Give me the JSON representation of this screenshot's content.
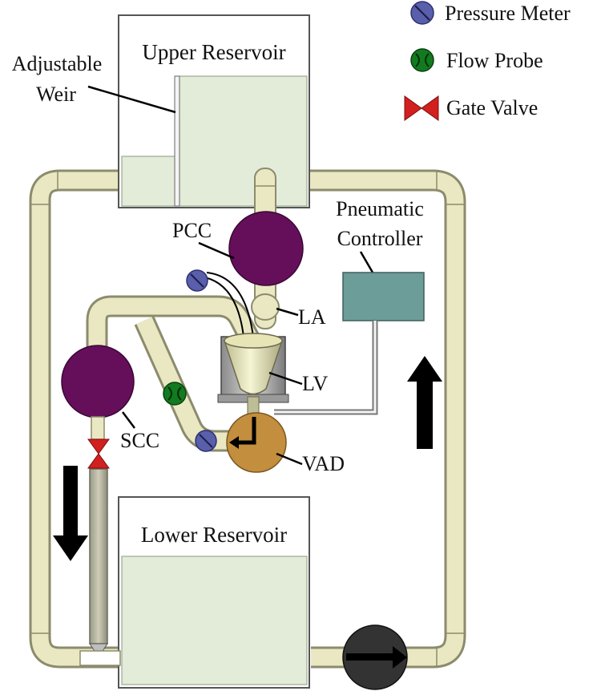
{
  "legend": {
    "pressure_meter": "Pressure Meter",
    "flow_probe": "Flow Probe",
    "gate_valve": "Gate Valve"
  },
  "labels": {
    "upper_reservoir": "Upper Reservoir",
    "lower_reservoir": "Lower Reservoir",
    "adjustable_weir_line1": "Adjustable",
    "adjustable_weir_line2": "Weir",
    "pneumatic_line1": "Pneumatic",
    "pneumatic_line2": "Controller",
    "pcc": "PCC",
    "la": "LA",
    "lv": "LV",
    "scc": "SCC",
    "vad": "VAD"
  },
  "colors": {
    "pipe_fill": "#e9e8c3",
    "pipe_edge": "#8c8b6c",
    "water": "#e3ebd9",
    "compliance_chamber": "#650f5a",
    "pressure_meter": "#5a5fac",
    "flow_probe": "#127a1f",
    "gate_valve": "#d21f1f",
    "controller_box": "#6c9d98",
    "vad": "#c38e3d",
    "pump": "#333333",
    "arrow": "#000000"
  },
  "icons": [
    "pressure-meter-icon",
    "flow-probe-icon",
    "gate-valve-icon",
    "flow-direction-arrow-icon",
    "pump-icon"
  ]
}
